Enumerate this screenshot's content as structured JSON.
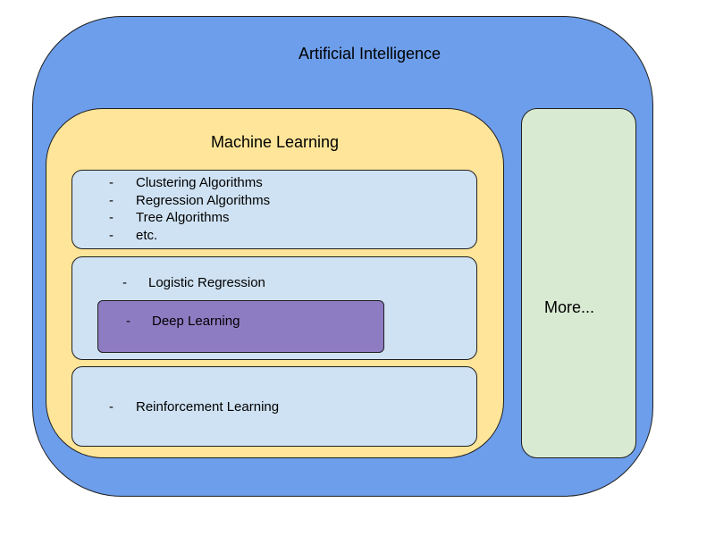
{
  "colors": {
    "ai_fill": "#6d9eeb",
    "ml_fill": "#ffe599",
    "inner_fill": "#cfe2f3",
    "deep_learning_fill": "#8e7cc3",
    "more_fill": "#d9ead3"
  },
  "ai": {
    "title": "Artificial Intelligence"
  },
  "ml": {
    "title": "Machine Learning",
    "bullet": "-",
    "classic_items": [
      "Clustering Algorithms",
      "Regression Algorithms",
      "Tree Algorithms",
      "etc."
    ],
    "logistic_regression": "Logistic Regression",
    "deep_learning": "Deep Learning",
    "reinforcement_learning": "Reinforcement Learning"
  },
  "more": {
    "label": "More..."
  }
}
